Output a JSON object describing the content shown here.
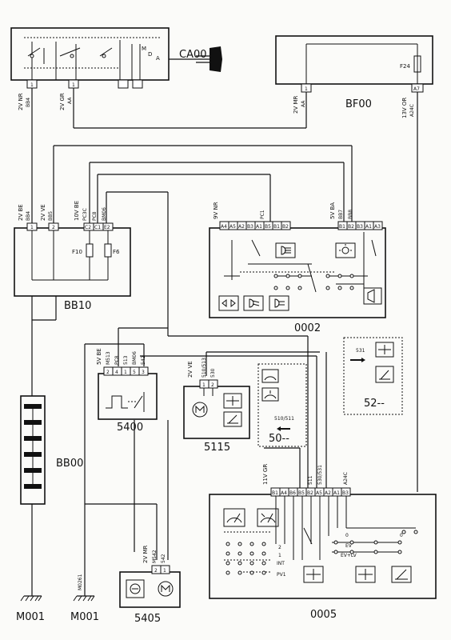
{
  "components": {
    "ca00": "CA00",
    "bf00": "BF00",
    "bb10": "BB10",
    "bb00": "BB00",
    "c0002": "0002",
    "c5400": "5400",
    "c5115": "5115",
    "c52": "52--",
    "c50": "50--",
    "c5405": "5405",
    "c0005": "0005",
    "m001_left": "M001",
    "m001_mid": "M001"
  },
  "wires": {
    "ca00_p1": "2V NR",
    "ca00_p1_code": "BB4",
    "ca00_p2": "2V GR",
    "ca00_p2_code": "AA",
    "bf00_p1": "2V MR",
    "bf00_p1_code": "AA",
    "bf00_a7": "13V OR",
    "bf00_a7_code": "A24C",
    "bb10_p1": "2V BE",
    "bb10_p1_code": "BB4",
    "bb10_p2": "2V VE",
    "bb10_p2_code": "BB5",
    "bb10_c": "10V BE",
    "bb10_c_codes": [
      "PC3C",
      "PC8",
      "BM06"
    ],
    "c0002_left": "9V NR",
    "c0002_left_code": "PC1",
    "c0002_right": "5V BA",
    "c0002_right_codes": [
      "BB7",
      "BB8"
    ],
    "c5400": "5V BE",
    "c5400_codes": [
      "M513",
      "PC8",
      "513",
      "BM06",
      "542"
    ],
    "c5115": "2V VE",
    "c5115_codes": [
      "510/513",
      "530"
    ],
    "c0005": "11V GR",
    "c0005_codes": [
      "511",
      "530/531",
      "A24C"
    ],
    "c5405": "2V MR",
    "c5405_codes": [
      "M542",
      "542"
    ],
    "m001_mid_code": "M0261"
  },
  "fuses": {
    "f24": "F24",
    "f10": "F10",
    "f6": "F6"
  },
  "pins": {
    "ca00": [
      "1",
      "1"
    ],
    "bf00": [
      "1",
      "A7"
    ],
    "bb10_top": [
      "1",
      "2"
    ],
    "bb10_c": [
      "C2",
      "C1",
      "E2"
    ],
    "c0002_left": [
      "A4",
      "A5",
      "A2",
      "B3",
      "A1",
      "B5",
      "B1",
      "B2"
    ],
    "c0002_right": [
      "B1",
      "B2",
      "B3",
      "A1",
      "A3"
    ],
    "c5400": [
      "2",
      "4",
      "1",
      "5",
      "3"
    ],
    "c5115": [
      "1",
      "2"
    ],
    "c5405": [
      "2",
      "1"
    ],
    "c0005": [
      "B1",
      "A4",
      "B6",
      "B5",
      "B2",
      "A5",
      "A2",
      "A1",
      "B3"
    ]
  },
  "signals": {
    "s531": "531",
    "s510_511": "510/511"
  },
  "switch_labels": {
    "ca00_m": "M",
    "ca00_d": "D",
    "ca00_a": "A",
    "c0005_int": "INT",
    "c0005_pv1": "PV1",
    "c0005_1": "1",
    "c0005_2": "2",
    "c0005_ev": "EV",
    "c0005_evlv": "EV+LV",
    "c0005_0a": "0",
    "c0005_0b": "0"
  },
  "icons": [
    "ignition-key-icon",
    "fuse-icon",
    "lamp-icon",
    "headlamp-icon",
    "indicator-arrows-icon",
    "horn-icon",
    "wiper-icon",
    "washer-icon",
    "motor-icon",
    "relay-icon",
    "ground-icon"
  ]
}
